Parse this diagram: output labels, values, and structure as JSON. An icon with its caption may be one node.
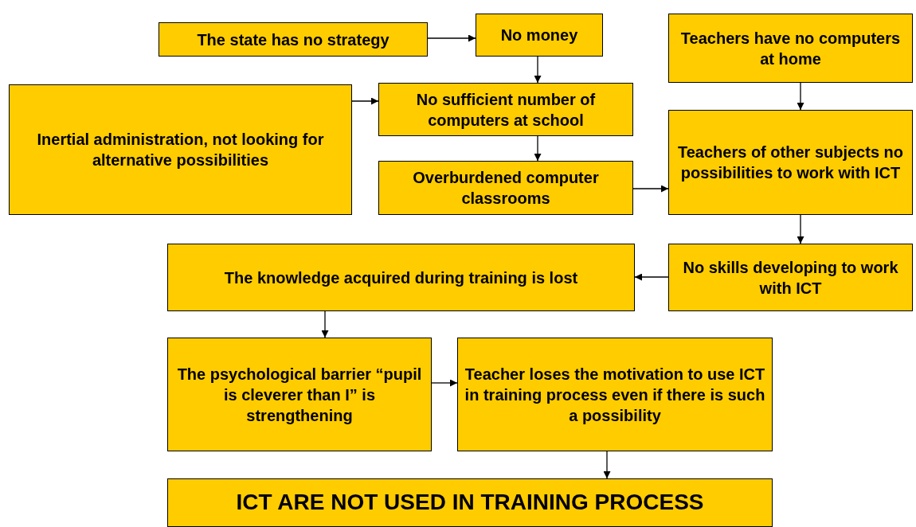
{
  "diagram": {
    "nodes": [
      {
        "text": [
          "The state has no strategy"
        ]
      },
      {
        "text": [
          "No money"
        ]
      },
      {
        "text": [
          "Teachers have no computers at home"
        ]
      },
      {
        "text": [
          "Inertial administration, not looking for alternative possibilities"
        ]
      },
      {
        "text": [
          "No sufficient number of computers at school"
        ]
      },
      {
        "text": [
          "Overburdened computer classrooms"
        ]
      },
      {
        "text": [
          "Teachers of other subjects no possibilities to work with ICT"
        ]
      },
      {
        "text": [
          "The knowledge acquired during training is lost"
        ]
      },
      {
        "text": [
          "No skills developing to work with ICT"
        ]
      },
      {
        "text": [
          "The psychological barrier “pupil is cleverer than I” is strengthening"
        ]
      },
      {
        "text": [
          "Teacher loses the motivation to use ICT in training process even if there is such a possibility"
        ]
      },
      {
        "text": [
          "ICT ARE NOT USED IN TRAINING PROCESS"
        ]
      }
    ],
    "edges": [
      {
        "from": 0,
        "to": 1,
        "arrow": "to"
      },
      {
        "from": 1,
        "to": 4,
        "arrow": "to"
      },
      {
        "from": 3,
        "to": 4,
        "arrow": "to"
      },
      {
        "from": 4,
        "to": 5,
        "arrow": "to"
      },
      {
        "from": 5,
        "to": 6,
        "arrow": "to"
      },
      {
        "from": 2,
        "to": 6,
        "arrow": "to"
      },
      {
        "from": 6,
        "to": 8,
        "arrow": "to"
      },
      {
        "from": 8,
        "to": 7,
        "arrow": "to"
      },
      {
        "from": 7,
        "to": 9,
        "arrow": "to"
      },
      {
        "from": 9,
        "to": 10,
        "arrow": "to"
      },
      {
        "from": 10,
        "to": 11,
        "arrow": "to"
      }
    ]
  }
}
